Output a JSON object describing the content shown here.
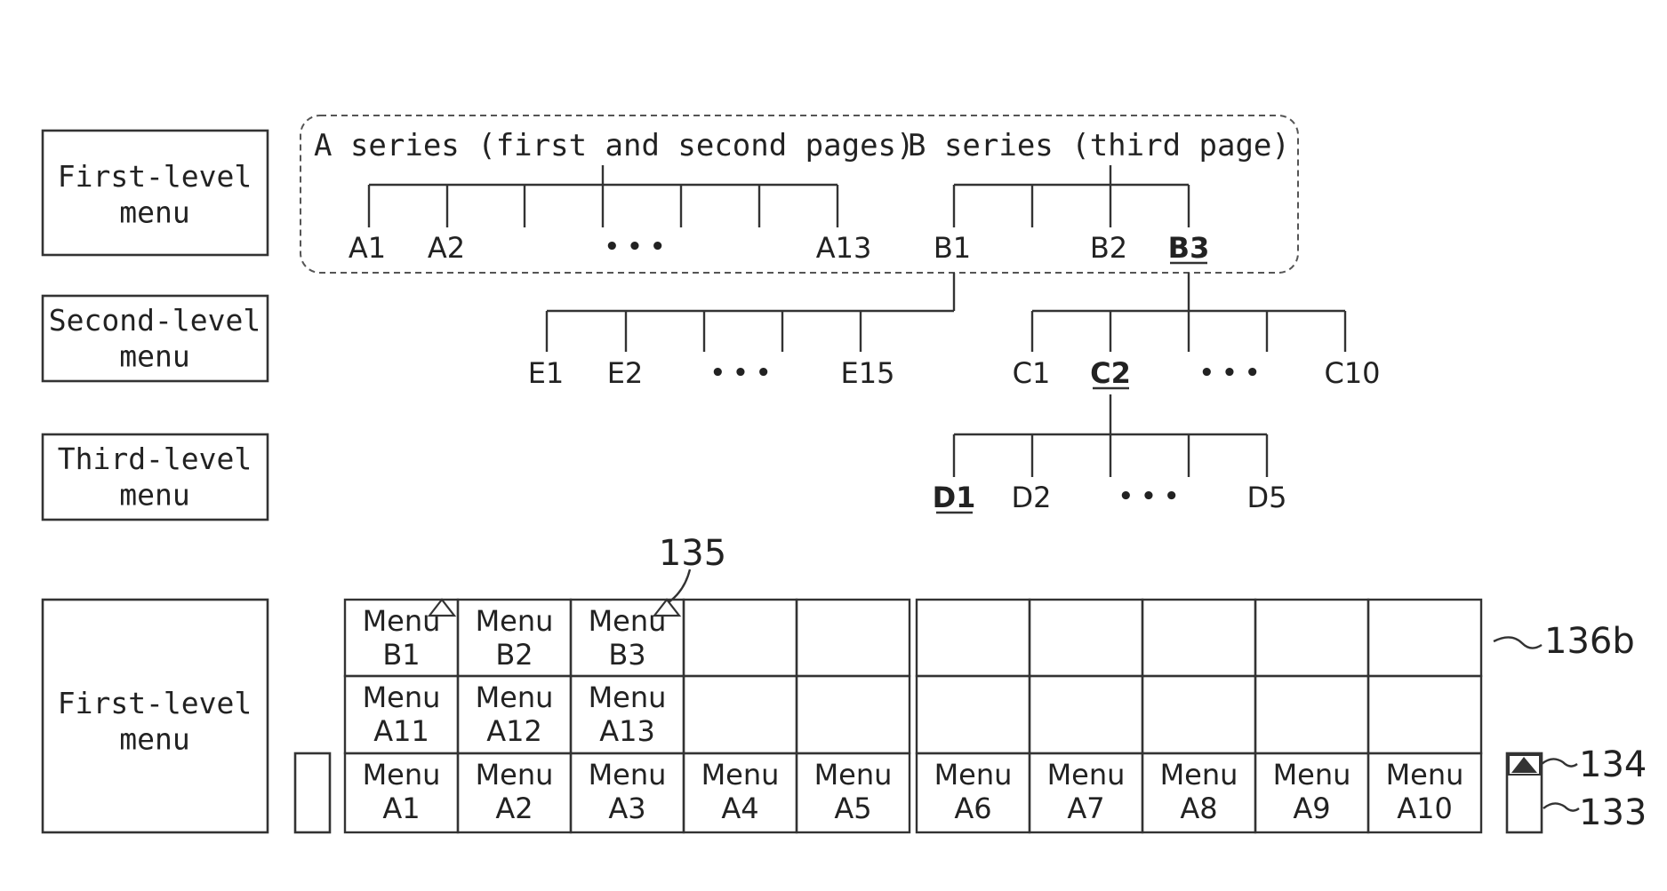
{
  "level_boxes": {
    "first_top": "First-level\nmenu",
    "second": "Second-level\nmenu",
    "third": "Third-level\nmenu",
    "first_bottom": "First-level\nmenu"
  },
  "tree": {
    "a_series_caption": "A series (first and second pages)",
    "b_series_caption": "B series (third page)",
    "a_nodes": [
      "A1",
      "A2",
      "A13"
    ],
    "b_nodes": [
      "B1",
      "B2",
      "B3"
    ],
    "e_nodes": [
      "E1",
      "E2",
      "E15"
    ],
    "c_nodes": [
      "C1",
      "C2",
      "C10"
    ],
    "d_nodes": [
      "D1",
      "D2",
      "D5"
    ],
    "ellipsis": "• • •"
  },
  "grid": {
    "row_top": [
      "Menu\nB1",
      "Menu\nB2",
      "Menu\nB3",
      "",
      "",
      "",
      "",
      "",
      "",
      ""
    ],
    "row_middle": [
      "Menu\nA11",
      "Menu\nA12",
      "Menu\nA13",
      "",
      "",
      "",
      "",
      "",
      "",
      ""
    ],
    "row_bottom": [
      "Menu\nA1",
      "Menu\nA2",
      "Menu\nA3",
      "Menu\nA4",
      "Menu\nA5",
      "Menu\nA6",
      "Menu\nA7",
      "Menu\nA8",
      "Menu\nA9",
      "Menu\nA10"
    ]
  },
  "reference_numerals": {
    "r135": "135",
    "r136b": "136b",
    "r134": "134",
    "r133": "133"
  },
  "colors": {
    "ink": "#333333",
    "background": "#ffffff"
  }
}
